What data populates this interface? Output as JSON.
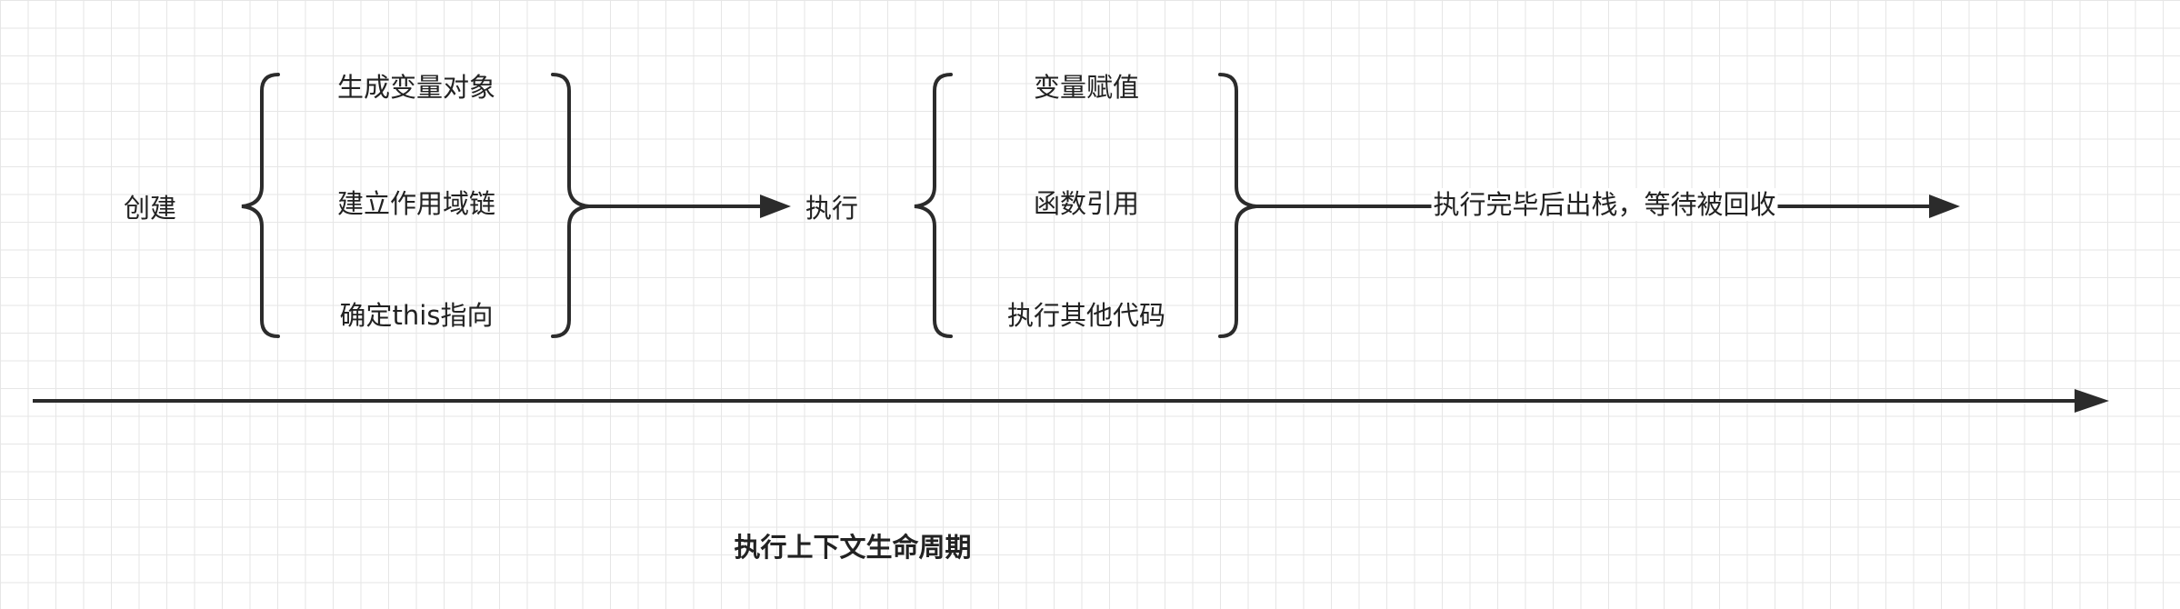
{
  "diagram": {
    "create_label": "创建",
    "create_steps": [
      "生成变量对象",
      "建立作用域链",
      "确定this指向"
    ],
    "execute_label": "执行",
    "execute_steps": [
      "变量赋值",
      "函数引用",
      "执行其他代码"
    ],
    "finish_label": "执行完毕后出栈，等待被回收",
    "caption": "执行上下文生命周期"
  },
  "colors": {
    "stroke": "#2b2b2b",
    "text": "#222222",
    "grid": "#e6e6e6"
  }
}
